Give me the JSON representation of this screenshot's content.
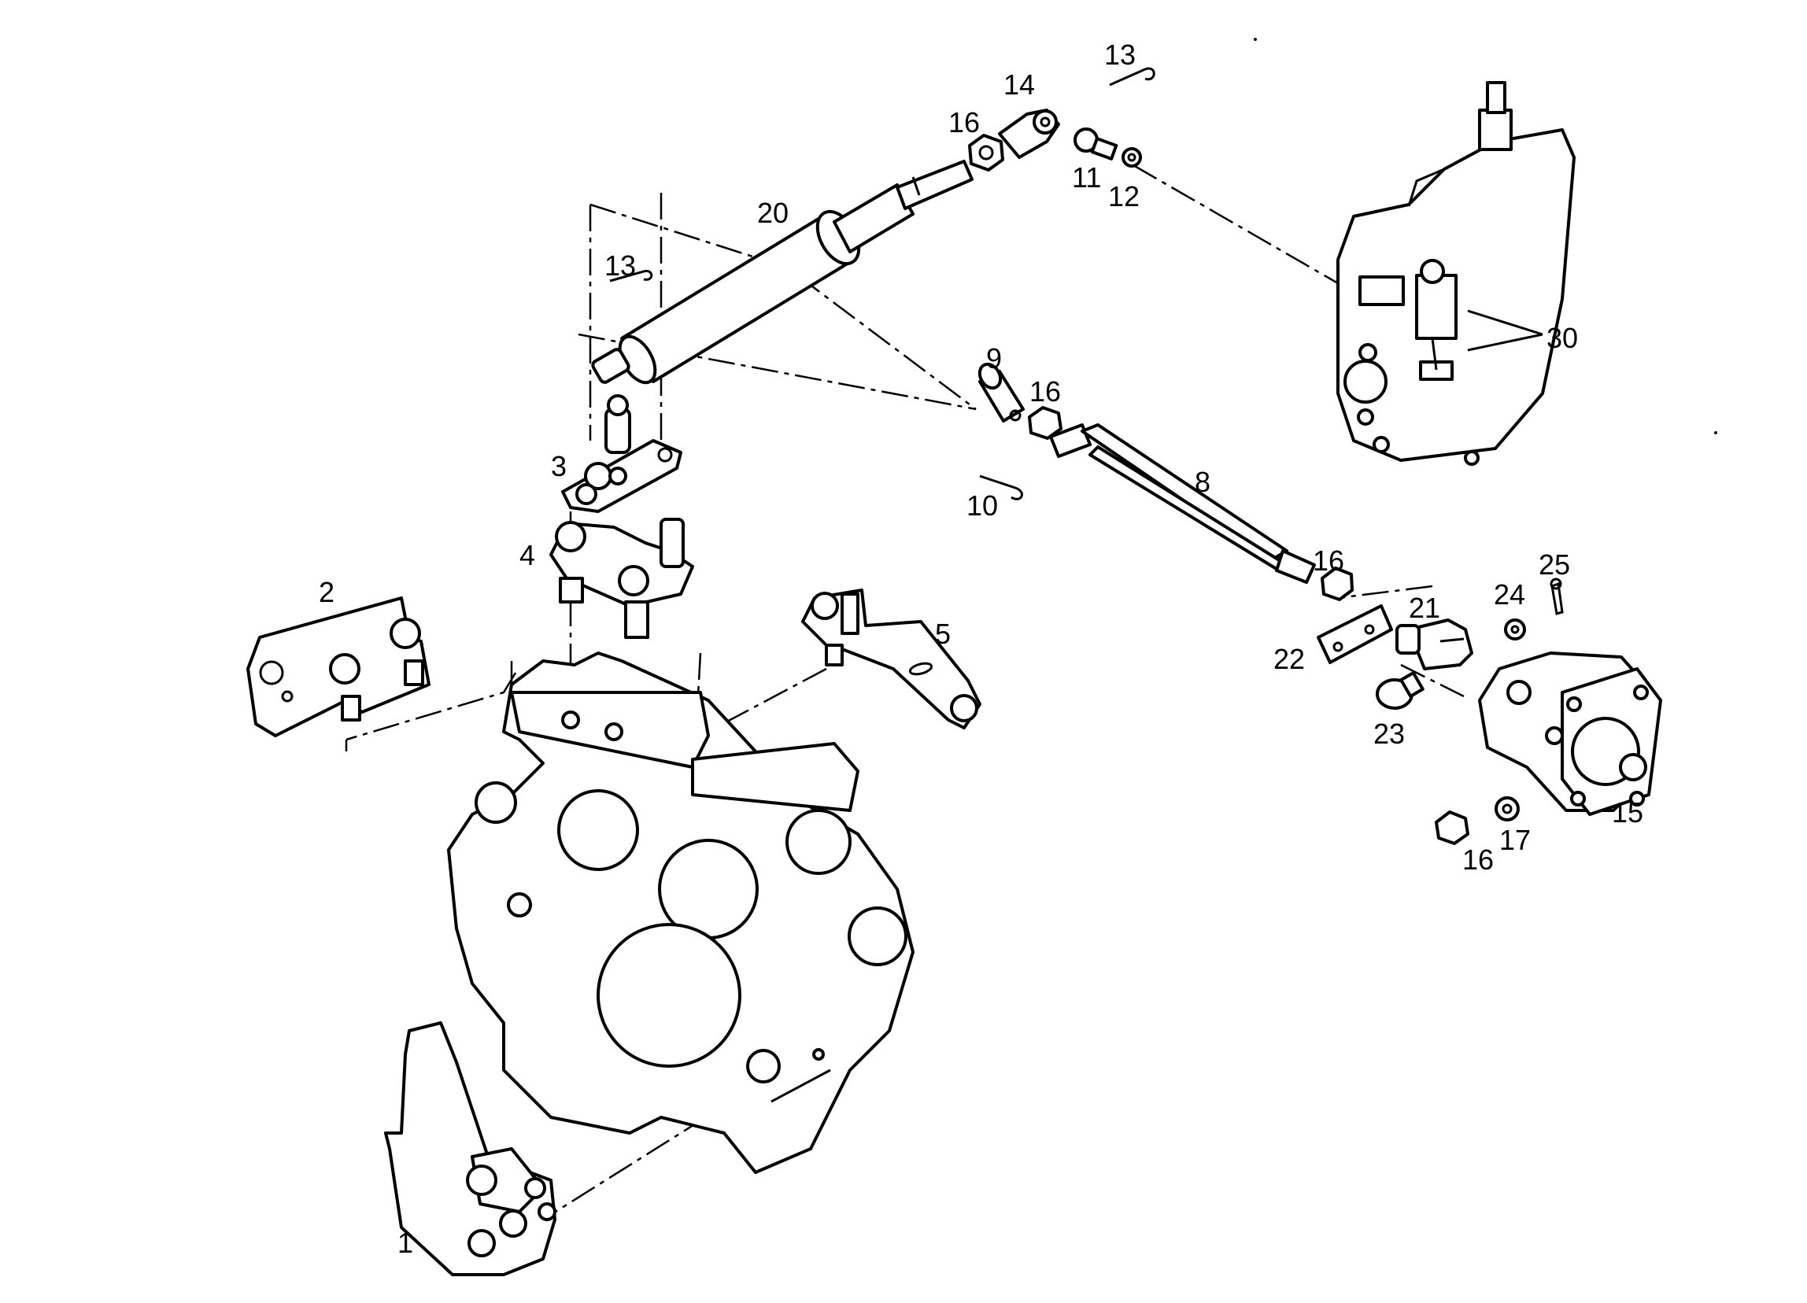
{
  "callouts": [
    {
      "id": "c13a",
      "text": "13"
    },
    {
      "id": "c14",
      "text": "14"
    },
    {
      "id": "c16a",
      "text": "16"
    },
    {
      "id": "c11",
      "text": "11"
    },
    {
      "id": "c12",
      "text": "12"
    },
    {
      "id": "c20",
      "text": "20"
    },
    {
      "id": "c13b",
      "text": "13"
    },
    {
      "id": "c30",
      "text": "30"
    },
    {
      "id": "c9",
      "text": "9"
    },
    {
      "id": "c16b",
      "text": "16"
    },
    {
      "id": "c3",
      "text": "3"
    },
    {
      "id": "c8",
      "text": "8"
    },
    {
      "id": "c10",
      "text": "10"
    },
    {
      "id": "c4",
      "text": "4"
    },
    {
      "id": "c16c",
      "text": "16"
    },
    {
      "id": "c25",
      "text": "25"
    },
    {
      "id": "c2",
      "text": "2"
    },
    {
      "id": "c21",
      "text": "21"
    },
    {
      "id": "c24",
      "text": "24"
    },
    {
      "id": "c5",
      "text": "5"
    },
    {
      "id": "c22",
      "text": "22"
    },
    {
      "id": "c23",
      "text": "23"
    },
    {
      "id": "c15",
      "text": "15"
    },
    {
      "id": "c17",
      "text": "17"
    },
    {
      "id": "c16d",
      "text": "16"
    },
    {
      "id": "c1",
      "text": "1"
    }
  ]
}
